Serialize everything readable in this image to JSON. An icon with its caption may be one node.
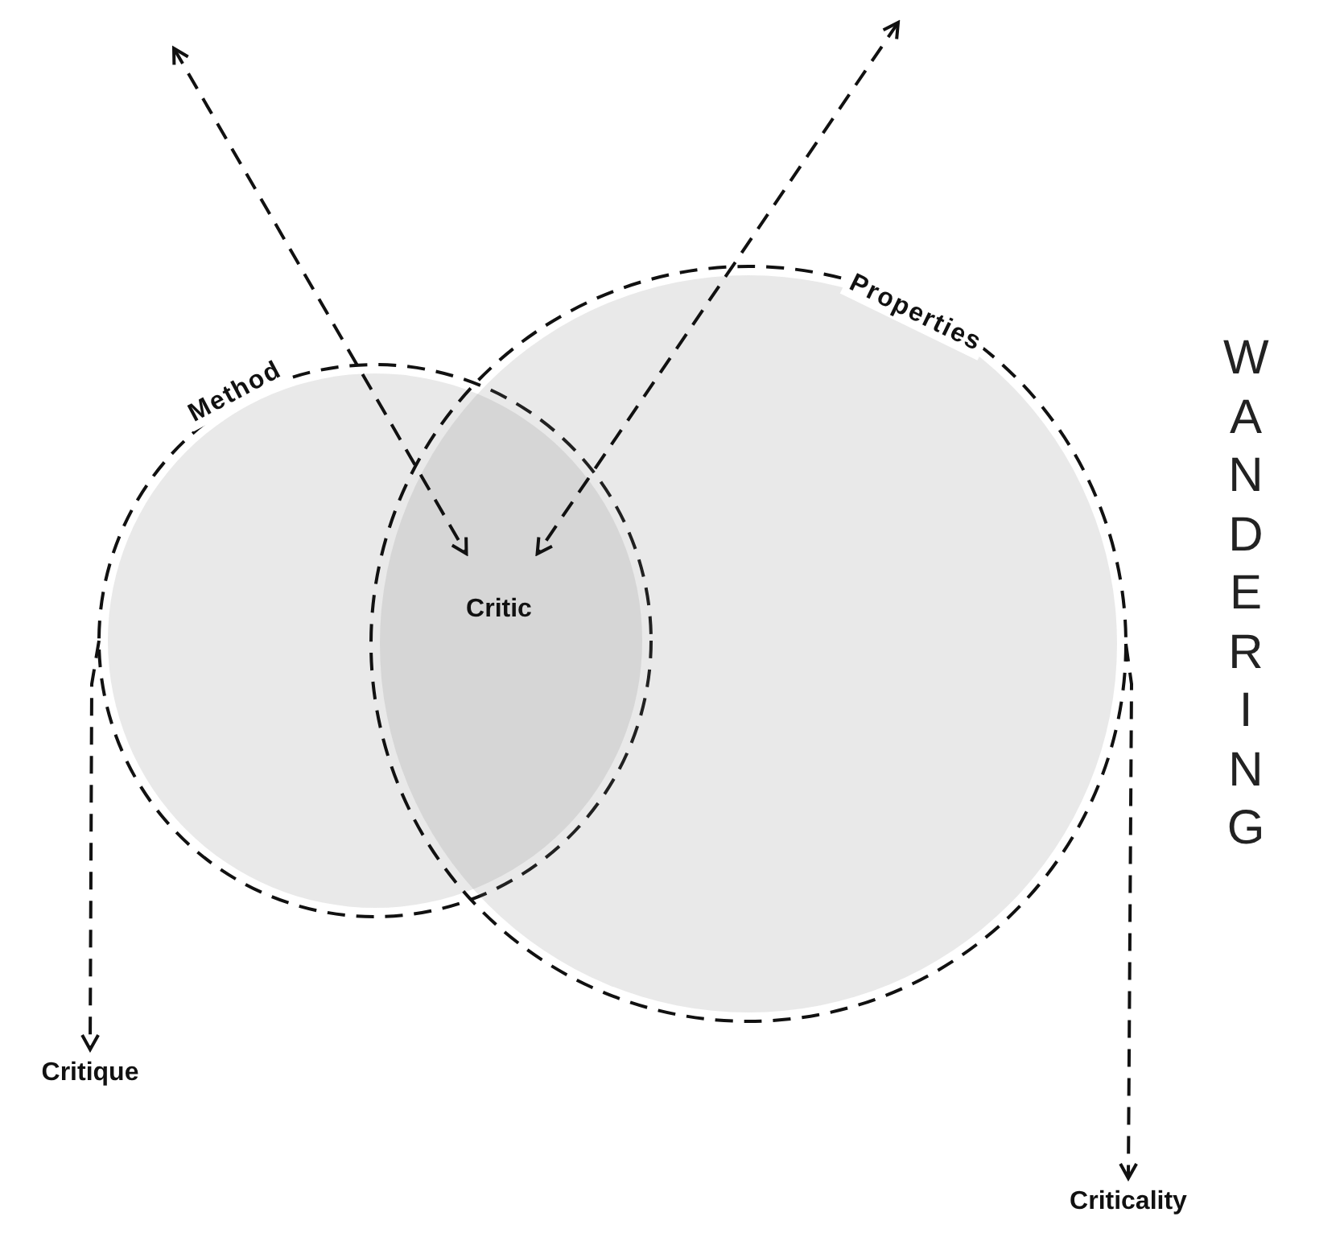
{
  "diagram": {
    "nodes": [
      {
        "text": [
          "Method"
        ]
      },
      {
        "text": [
          "Properties"
        ]
      },
      {
        "text": [
          "Critic"
        ]
      },
      {
        "text": [
          "Critique"
        ]
      },
      {
        "text": [
          "Criticality"
        ]
      }
    ],
    "edges": [
      {
        "from": null,
        "to": 2,
        "arrow": "both",
        "style": "dashed"
      },
      {
        "from": null,
        "to": 2,
        "arrow": "both",
        "style": "dashed"
      },
      {
        "from": 0,
        "to": 3,
        "arrow": "to",
        "style": "dashed"
      },
      {
        "from": 1,
        "to": 4,
        "arrow": "to",
        "style": "dashed"
      }
    ],
    "labels": [
      "WANDERING"
    ]
  }
}
